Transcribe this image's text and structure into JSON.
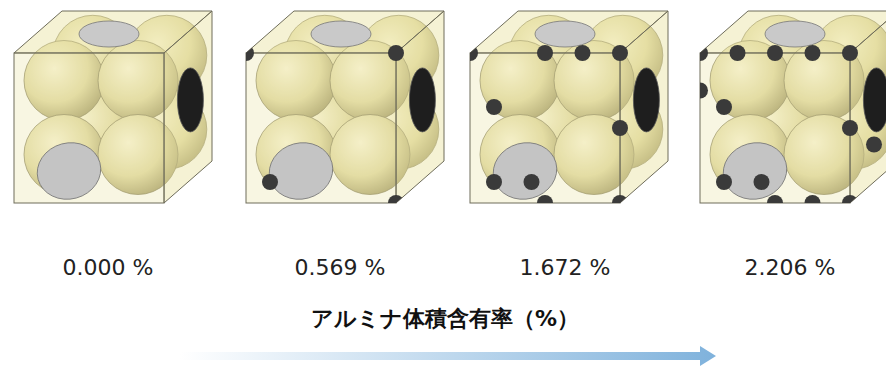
{
  "diagram": {
    "labels": [
      "0.000 %",
      "0.569 %",
      "1.672 %",
      "2.206 %",
      "アルミナ体積含有率（%）"
    ]
  }
}
